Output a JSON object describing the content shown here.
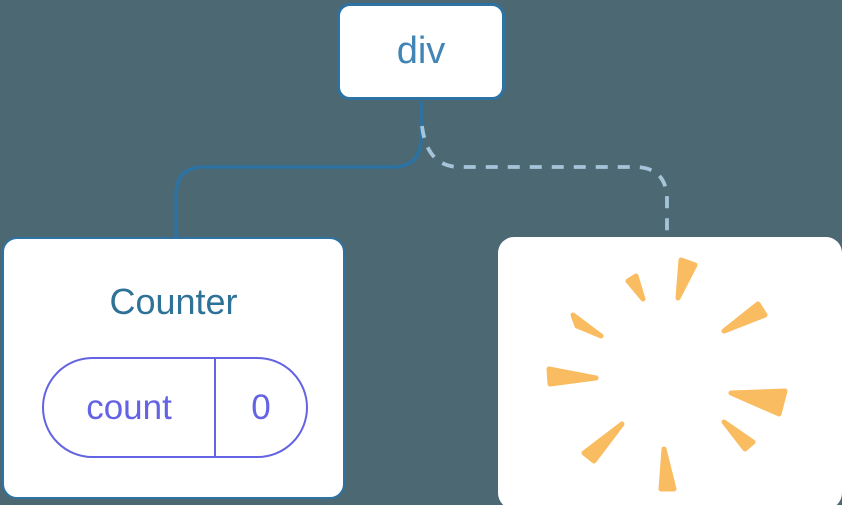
{
  "tree": {
    "root": {
      "label": "div"
    },
    "children": {
      "counter": {
        "title": "Counter",
        "state_pill": {
          "key": "count",
          "value": "0"
        }
      },
      "removed": {
        "icon": "poof-burst-icon"
      }
    }
  },
  "colors": {
    "background": "#4C6873",
    "node_background": "#FFFFFF",
    "node_border_blue": "#2C72A2",
    "root_label_blue": "#4085B5",
    "counter_title_blue": "#2E7298",
    "state_pill_indigo": "#6363E3",
    "connector_solid_blue": "#2C72A2",
    "connector_dashed_light_blue": "#A6C4D9",
    "poof_orange": "#F9BC60"
  }
}
